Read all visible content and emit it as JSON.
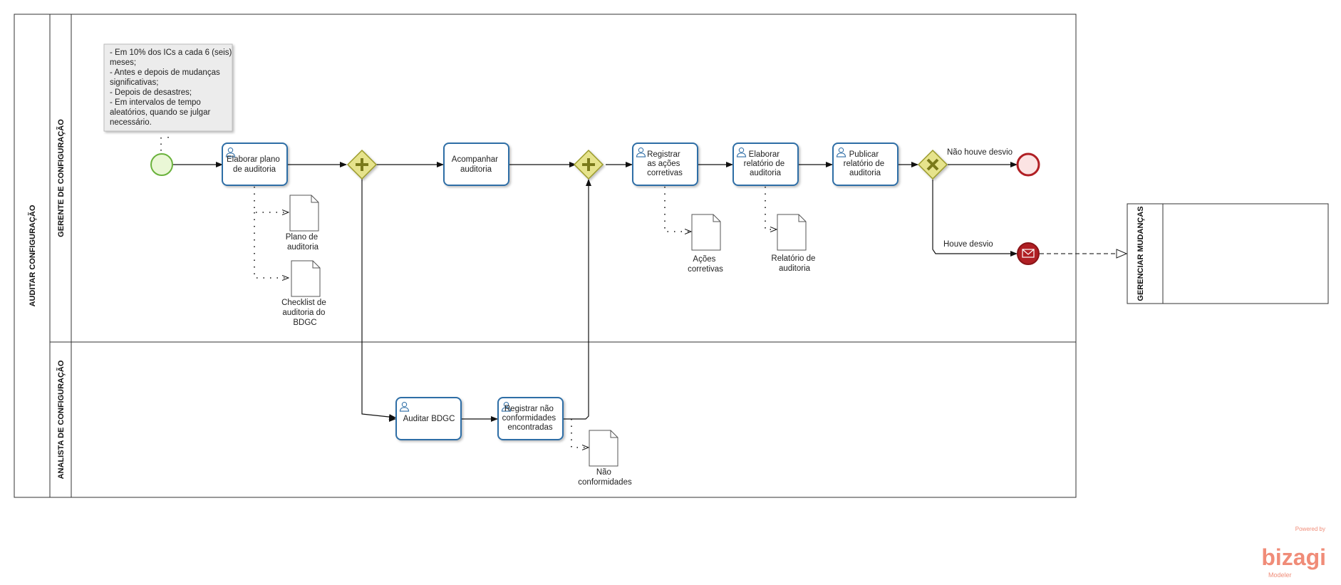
{
  "pool": {
    "name": "AUDITAR CONFIGURAÇÃO"
  },
  "lanes": [
    {
      "name": "GERENTE DE CONFIGURAÇÃO"
    },
    {
      "name": "ANALISTA DE CONFIGURAÇÃO"
    }
  ],
  "external_pool": {
    "name": "GERENCIAR MUDANÇAS"
  },
  "annotation": {
    "lines": [
      "- Em 10% dos ICs a cada 6 (seis)",
      "meses;",
      "- Antes e depois de mudanças",
      "significativas;",
      "- Depois de desastres;",
      "- Em intervalos de tempo",
      "aleatórios, quando se julgar",
      "necessário."
    ]
  },
  "tasks": [
    {
      "id": "elaborar_plano",
      "lines": [
        "Elaborar plano",
        "de auditoria"
      ],
      "user_task": true
    },
    {
      "id": "acompanhar",
      "lines": [
        "Acompanhar",
        "auditoria"
      ],
      "user_task": false
    },
    {
      "id": "registrar_acoes",
      "lines": [
        "Registrar",
        "as ações",
        "corretivas"
      ],
      "user_task": true
    },
    {
      "id": "elaborar_relatorio",
      "lines": [
        "Elaborar",
        "relatório de",
        "auditoria"
      ],
      "user_task": true
    },
    {
      "id": "publicar",
      "lines": [
        "Publicar",
        "relatório de",
        "auditoria"
      ],
      "user_task": true
    },
    {
      "id": "auditar_bdgc",
      "lines": [
        "Auditar BDGC"
      ],
      "user_task": true
    },
    {
      "id": "registrar_nc",
      "lines": [
        "Registrar  não",
        "conformidades",
        "encontradas"
      ],
      "user_task": true
    }
  ],
  "artifacts": [
    {
      "id": "plano",
      "lines": [
        "Plano de",
        "auditoria"
      ]
    },
    {
      "id": "checklist",
      "lines": [
        "Checklist de",
        "auditoria do",
        "BDGC"
      ]
    },
    {
      "id": "acoes",
      "lines": [
        "Ações",
        "corretivas"
      ]
    },
    {
      "id": "relatorio",
      "lines": [
        "Relatório de",
        "auditoria"
      ]
    },
    {
      "id": "nc",
      "lines": [
        "Não",
        "conformidades"
      ]
    }
  ],
  "flows": {
    "nao_houve": "Não houve desvio",
    "houve": "Houve desvio"
  },
  "colors": {
    "task_border": "#2f6ea6",
    "task_fill": "#ffffff",
    "start": "#6ab23c",
    "end": "#b01f24",
    "gateway_fill": "#e6e38c",
    "gateway_border": "#9a9a2a",
    "gateway_mark": "#7a7a1a",
    "annotation_fill": "#ececec"
  },
  "branding": {
    "powered": "Powered by",
    "name": "bizagi",
    "product": "Modeler"
  }
}
